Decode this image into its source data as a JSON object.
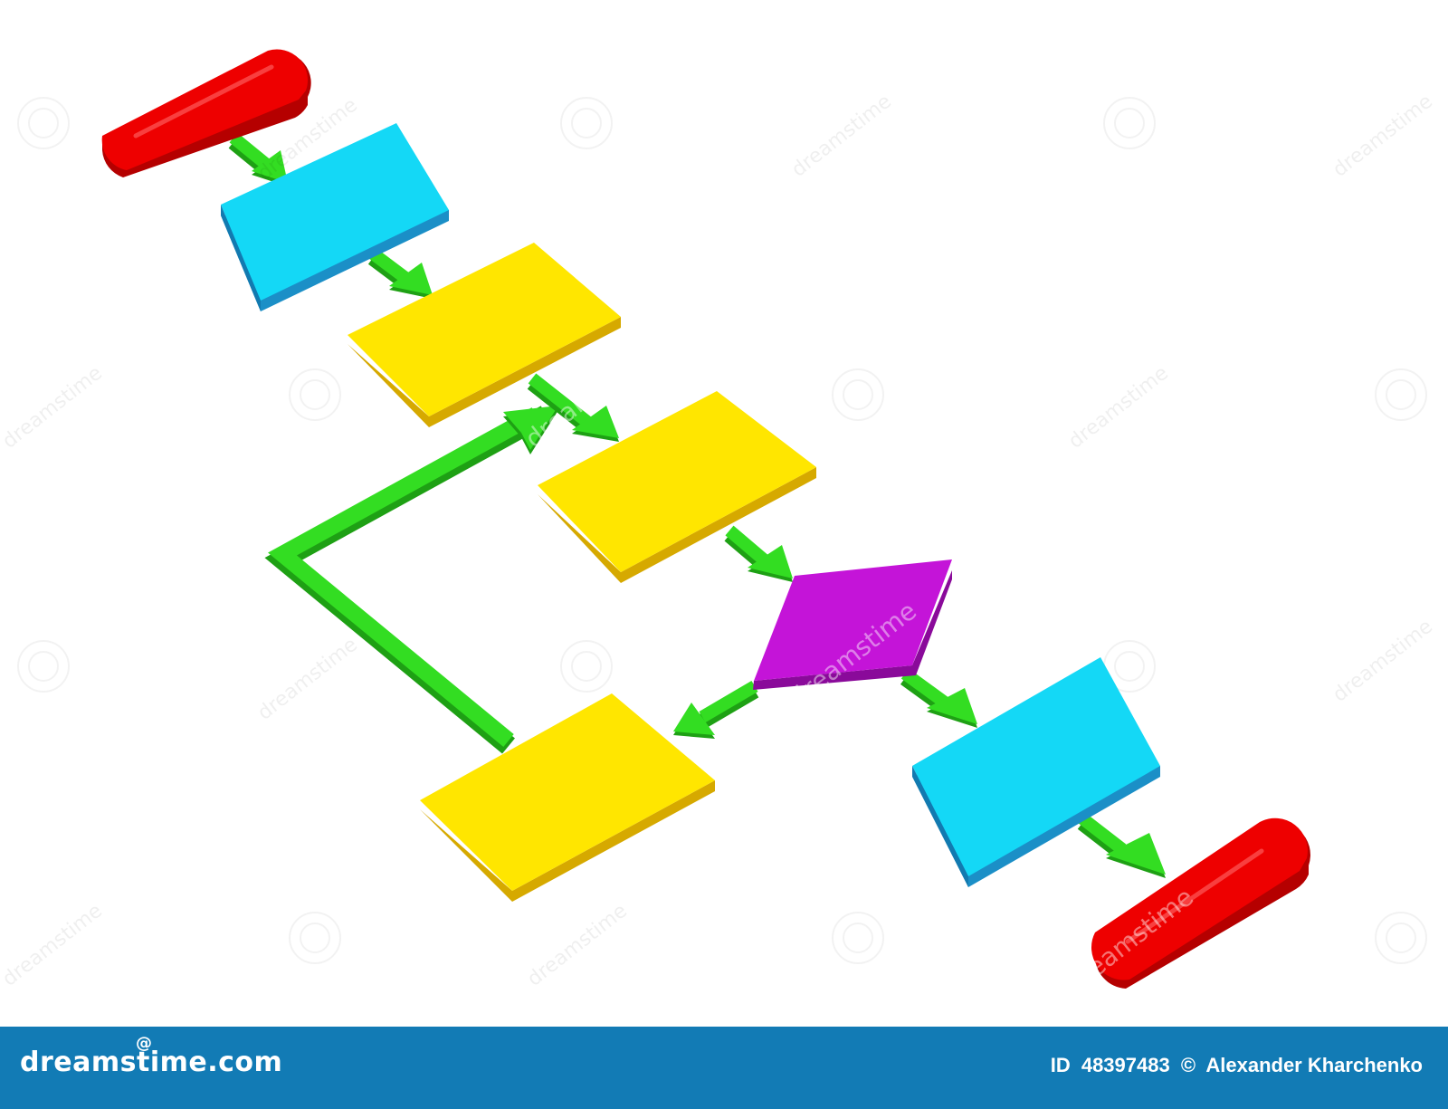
{
  "watermark": {
    "text": "dreamstime",
    "footer_brand": "dreamstime.com",
    "id_label": "ID",
    "id_value": "48397483",
    "copyright_symbol": "©",
    "author": "Alexander Kharchenko"
  },
  "colors": {
    "terminal": "#ee0000",
    "terminal_side": "#b50000",
    "process_blue": "#14d8f6",
    "process_blue_side": "#1b8fc7",
    "process_yellow": "#ffe600",
    "process_yellow_side": "#d6a900",
    "decision": "#c414d8",
    "decision_side": "#8a0a9a",
    "connector": "#33dd22",
    "connector_side": "#1ea014",
    "footer": "#127bb5"
  },
  "icons": {
    "footer_logo": "spiral-icon"
  }
}
